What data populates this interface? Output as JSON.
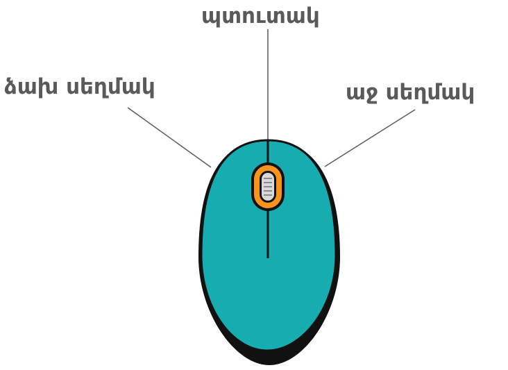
{
  "labels": {
    "left_button": "ձախ սեղմակ",
    "scroll_wheel": "պտուտակ",
    "right_button": "աջ սեղմակ"
  },
  "colors": {
    "mouse_body": "#16acb0",
    "mouse_outline": "#111111",
    "scroll_wheel_ring": "#f7941d",
    "scroll_wheel_inner": "#d9d9d9",
    "leader_line": "#5a5a5a",
    "label_text": "#5a5a5a"
  }
}
